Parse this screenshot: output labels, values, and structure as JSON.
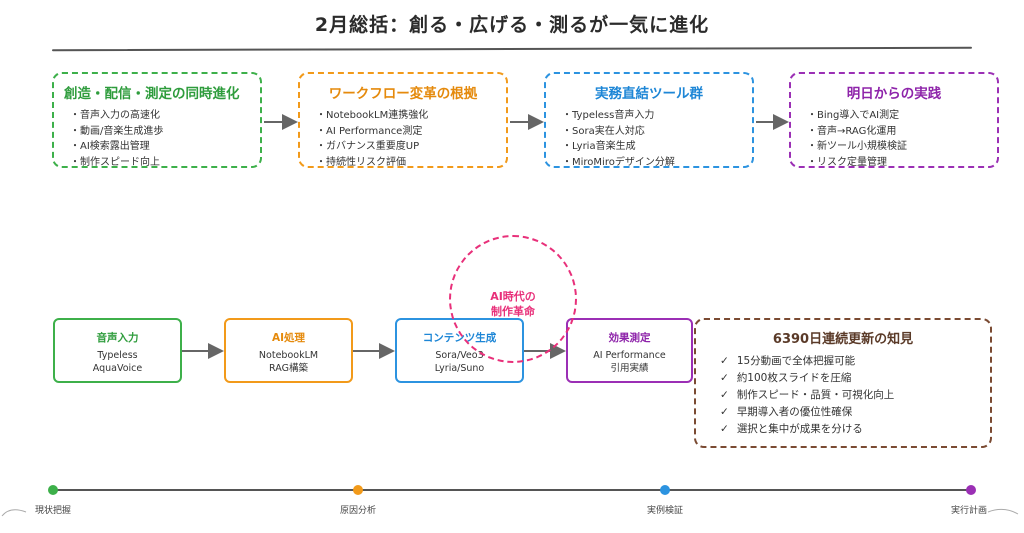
{
  "title": "2月総括：創る・広げる・測るが一気に進化",
  "top_boxes": [
    {
      "title": "創造・配信・測定の同時進化",
      "items": [
        "音声入力の高速化",
        "動画/音楽生成進歩",
        "AI検索露出管理",
        "制作スピード向上"
      ],
      "color": "#3db04a"
    },
    {
      "title": "ワークフロー変革の根拠",
      "items": [
        "NotebookLM連携強化",
        "AI Performance測定",
        "ガバナンス重要度UP",
        "持続性リスク評価"
      ],
      "color": "#f29a1a"
    },
    {
      "title": "実務直結ツール群",
      "items": [
        "Typeless音声入力",
        "Sora実在人対応",
        "Lyria音楽生成",
        "MiroMiroデザイン分解"
      ],
      "color": "#2c93e0"
    },
    {
      "title": "明日からの実践",
      "items": [
        "Bing導入でAI測定",
        "音声→RAG化運用",
        "新ツール小規模検証",
        "リスク定量管理"
      ],
      "color": "#9b2fb5"
    }
  ],
  "flow_boxes": [
    {
      "title": "音声入力",
      "lines": [
        "Typeless",
        "AquaVoice"
      ],
      "color": "#3db04a"
    },
    {
      "title": "AI処理",
      "lines": [
        "NotebookLM",
        "RAG構築"
      ],
      "color": "#f29a1a"
    },
    {
      "title": "コンテンツ生成",
      "lines": [
        "Sora/Veo3",
        "Lyria/Suno"
      ],
      "color": "#2c93e0"
    },
    {
      "title": "効果測定",
      "lines": [
        "AI Performance",
        "引用実績"
      ],
      "color": "#9b2fb5"
    }
  ],
  "circle": {
    "line1": "AI時代の",
    "line2": "制作革命"
  },
  "insight": {
    "title": "6390日連続更新の知見",
    "items": [
      "15分動画で全体把握可能",
      "約100枚スライドを圧縮",
      "制作スピード・品質・可視化向上",
      "早期導入者の優位性確保",
      "選択と集中が成果を分ける"
    ]
  },
  "timeline": [
    {
      "label": "現状把握",
      "color": "#3db04a"
    },
    {
      "label": "原因分析",
      "color": "#f29a1a"
    },
    {
      "label": "実例検証",
      "color": "#2c93e0"
    },
    {
      "label": "実行計画",
      "color": "#9b2fb5"
    }
  ]
}
